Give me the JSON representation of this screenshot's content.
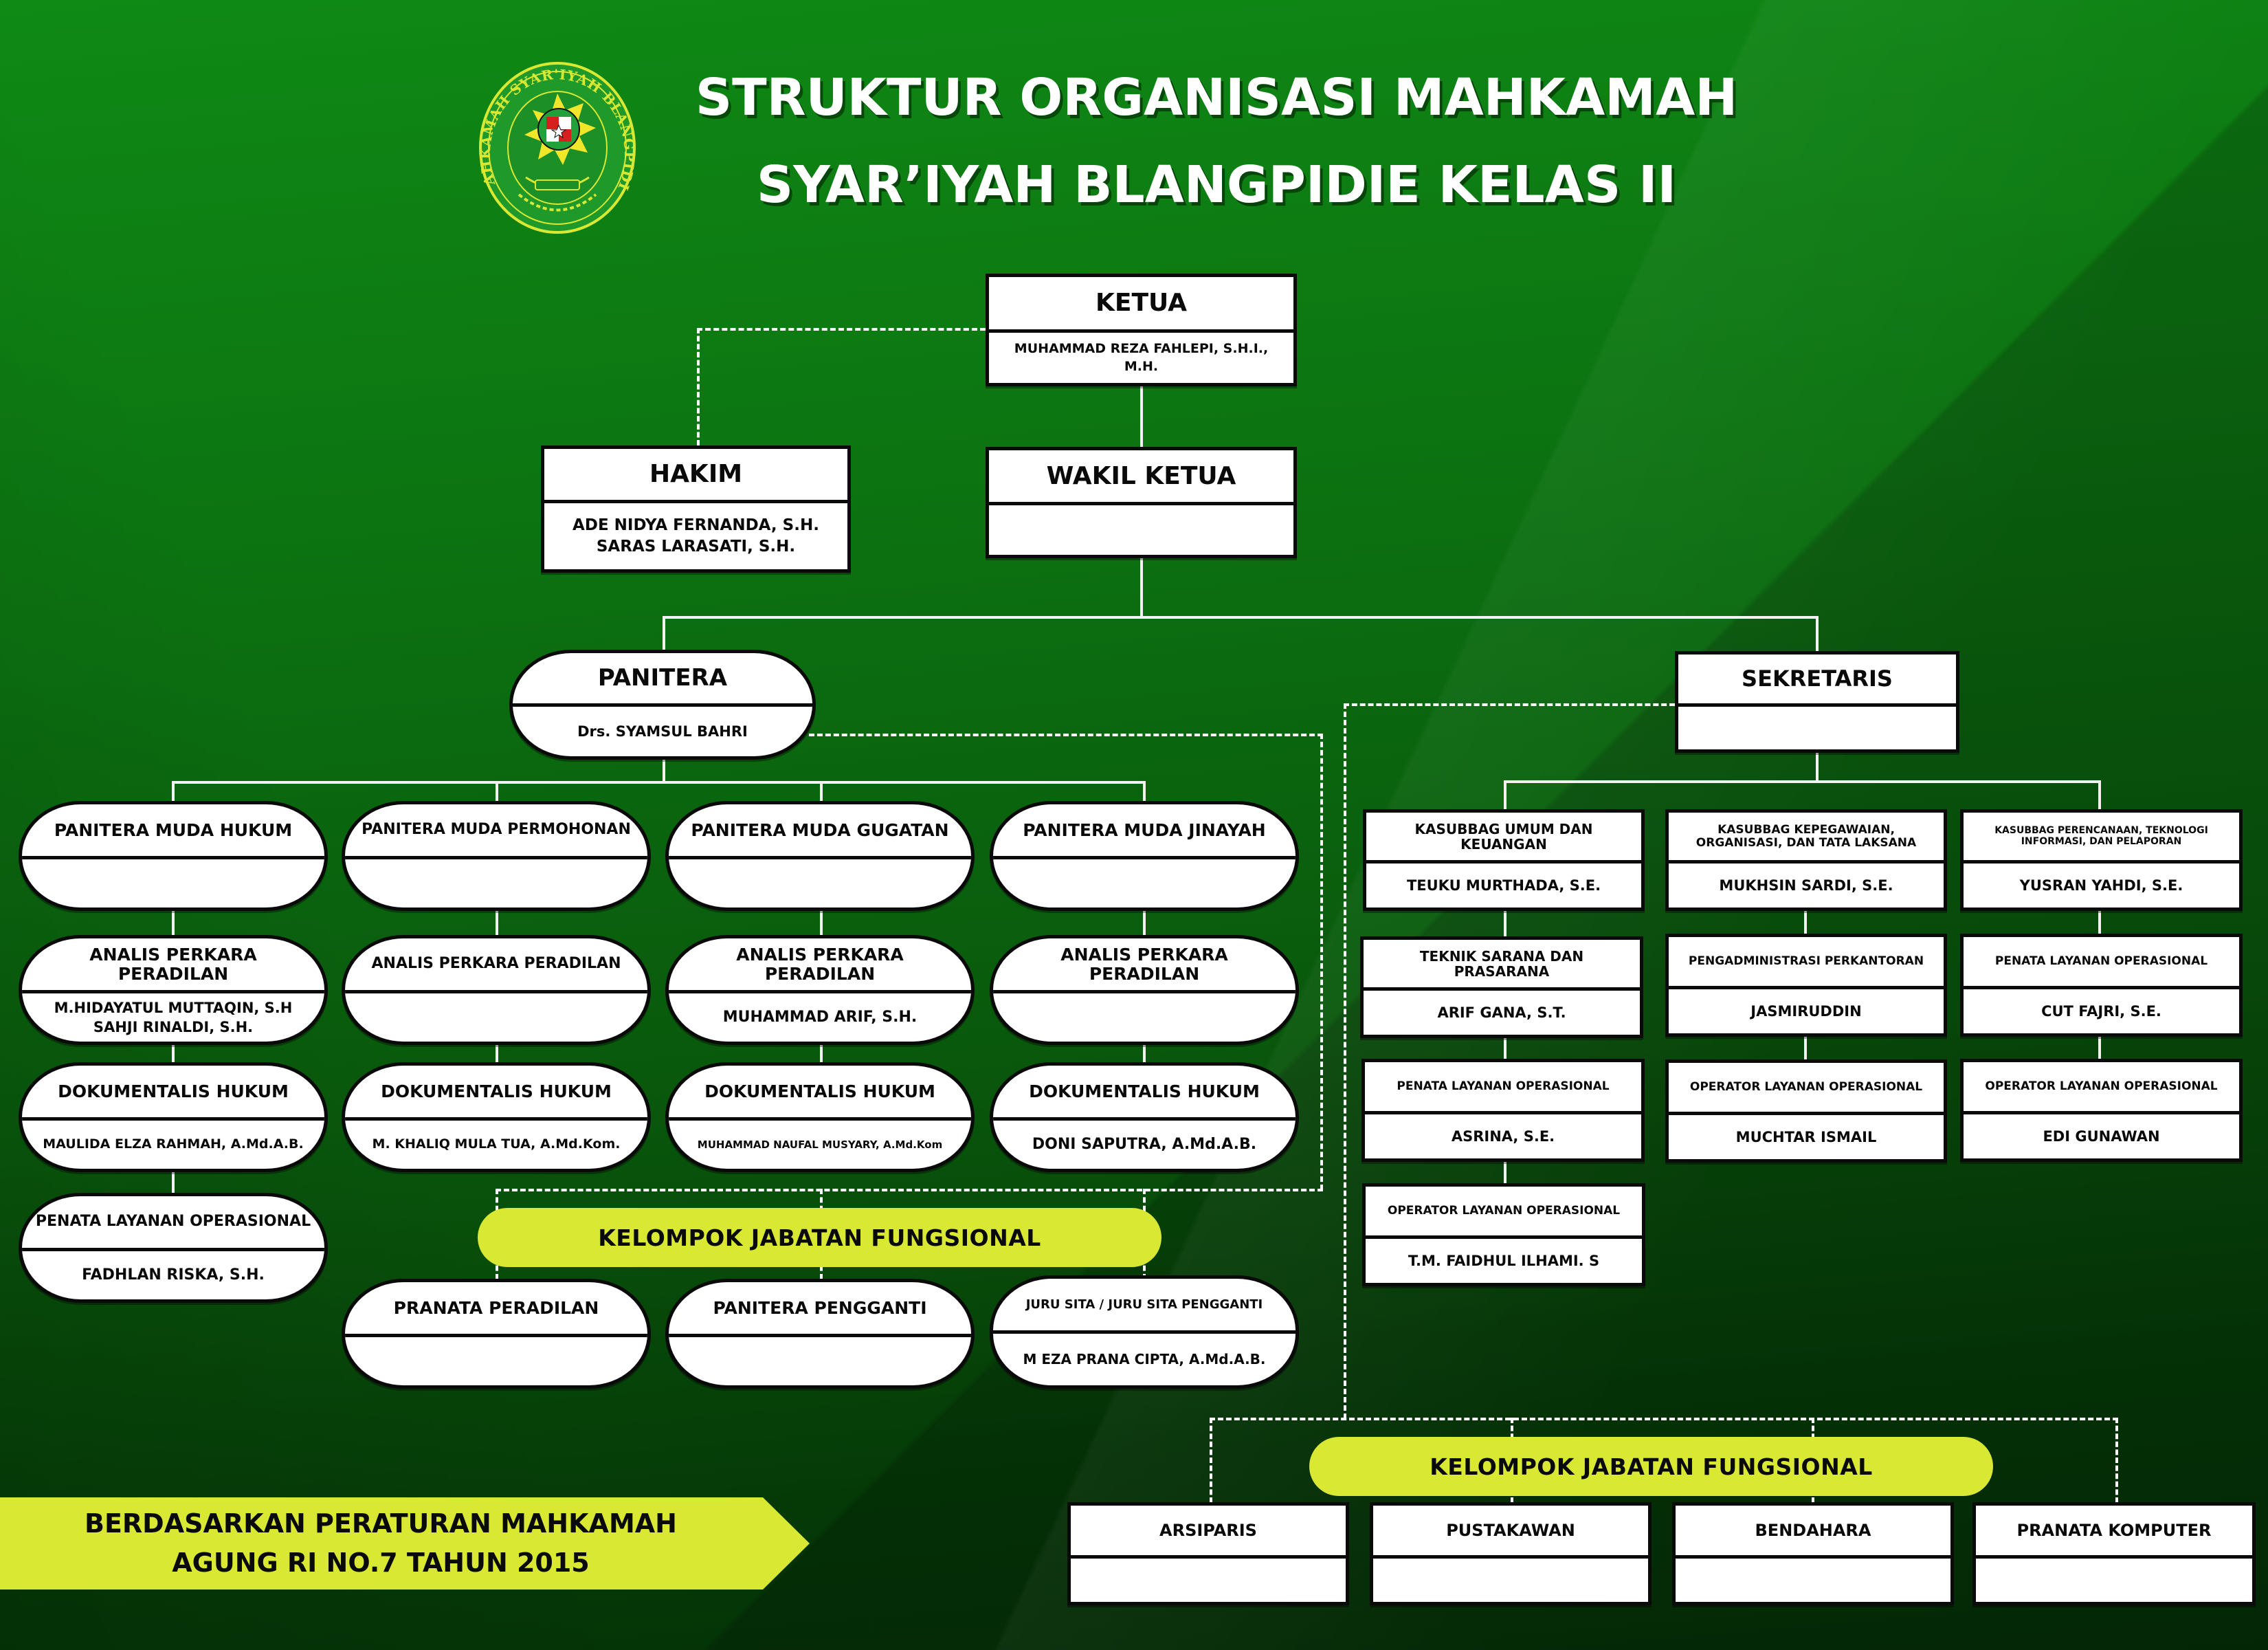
{
  "header": {
    "title_line1": "STRUKTUR ORGANISASI MAHKAMAH",
    "title_line2": "SYAR’IYAH BLANGPIDIE KELAS II",
    "logo": {
      "icon": "court-emblem-icon",
      "ring_text": "MAHKAMAH SYAR'IYAH BLANGPIDIE",
      "motto": "DHARMMAYUKTI"
    }
  },
  "leadership": {
    "ketua": {
      "title": "KETUA",
      "names": [
        "MUHAMMAD REZA FAHLEPI, S.H.I., M.H."
      ]
    },
    "hakim": {
      "title": "HAKIM",
      "names": [
        "ADE NIDYA FERNANDA, S.H.",
        "SARAS LARASATI, S.H."
      ]
    },
    "wakil_ketua": {
      "title": "WAKIL KETUA",
      "names": []
    }
  },
  "panitera": {
    "title": "PANITERA",
    "name": "Drs. SYAMSUL BAHRI",
    "columns": [
      {
        "head": "PANITERA MUDA HUKUM",
        "head_name": "",
        "units": [
          {
            "title": "ANALIS PERKARA PERADILAN",
            "names": [
              "M.HIDAYATUL MUTTAQIN, S.H",
              "SAHJI RINALDI, S.H."
            ]
          },
          {
            "title": "DOKUMENTALIS HUKUM",
            "names": [
              "MAULIDA ELZA RAHMAH, A.Md.A.B."
            ]
          },
          {
            "title": "PENATA LAYANAN OPERASIONAL",
            "names": [
              "FADHLAN RISKA, S.H."
            ]
          }
        ]
      },
      {
        "head": "PANITERA MUDA PERMOHONAN",
        "head_name": "",
        "units": [
          {
            "title": "ANALIS PERKARA PERADILAN",
            "names": []
          },
          {
            "title": "DOKUMENTALIS HUKUM",
            "names": [
              "M. KHALIQ MULA TUA, A.Md.Kom."
            ]
          }
        ]
      },
      {
        "head": "PANITERA MUDA GUGATAN",
        "head_name": "",
        "units": [
          {
            "title": "ANALIS PERKARA PERADILAN",
            "names": [
              "MUHAMMAD ARIF, S.H."
            ]
          },
          {
            "title": "DOKUMENTALIS HUKUM",
            "names": [
              "MUHAMMAD NAUFAL MUSYARY, A.Md.Kom"
            ]
          }
        ]
      },
      {
        "head": "PANITERA MUDA JINAYAH",
        "head_name": "",
        "units": [
          {
            "title": "ANALIS PERKARA PERADILAN",
            "names": []
          },
          {
            "title": "DOKUMENTALIS HUKUM",
            "names": [
              "DONI SAPUTRA, A.Md.A.B."
            ]
          }
        ]
      }
    ],
    "functional_group": {
      "label": "KELOMPOK JABATAN FUNGSIONAL",
      "roles": [
        {
          "title": "PRANATA PERADILAN",
          "names": []
        },
        {
          "title": "PANITERA PENGGANTI",
          "names": []
        },
        {
          "title": "JURU SITA / JURU SITA PENGGANTI",
          "names": [
            "M EZA PRANA CIPTA, A.Md.A.B."
          ]
        }
      ]
    }
  },
  "sekretaris": {
    "title": "SEKRETARIS",
    "name": "",
    "columns": [
      {
        "head": "KASUBBAG UMUM DAN KEUANGAN",
        "head_name": "TEUKU MURTHADA, S.E.",
        "units": [
          {
            "title": "TEKNIK SARANA DAN PRASARANA",
            "names": [
              "ARIF GANA, S.T."
            ]
          },
          {
            "title": "PENATA LAYANAN OPERASIONAL",
            "names": [
              "ASRINA, S.E."
            ]
          },
          {
            "title": "OPERATOR LAYANAN OPERASIONAL",
            "names": [
              "T.M. FAIDHUL ILHAMI. S"
            ]
          }
        ]
      },
      {
        "head": "KASUBBAG KEPEGAWAIAN, ORGANISASI, DAN TATA LAKSANA",
        "head_name": "MUKHSIN SARDI, S.E.",
        "units": [
          {
            "title": "PENGADMINISTRASI PERKANTORAN",
            "names": [
              "JASMIRUDDIN"
            ]
          },
          {
            "title": "OPERATOR LAYANAN OPERASIONAL",
            "names": [
              "MUCHTAR ISMAIL"
            ]
          }
        ]
      },
      {
        "head": "KASUBBAG PERENCANAAN, TEKNOLOGI INFORMASI, DAN PELAPORAN",
        "head_name": "YUSRAN YAHDI, S.E.",
        "units": [
          {
            "title": "PENATA LAYANAN OPERASIONAL",
            "names": [
              "CUT FAJRI, S.E."
            ]
          },
          {
            "title": "OPERATOR LAYANAN OPERASIONAL",
            "names": [
              "EDI GUNAWAN"
            ]
          }
        ]
      }
    ],
    "functional_group": {
      "label": "KELOMPOK JABATAN FUNGSIONAL",
      "roles": [
        {
          "title": "ARSIPARIS",
          "names": []
        },
        {
          "title": "PUSTAKAWAN",
          "names": []
        },
        {
          "title": "BENDAHARA",
          "names": []
        },
        {
          "title": "PRANATA KOMPUTER",
          "names": []
        }
      ]
    }
  },
  "footer": {
    "line1": "BERDASARKAN PERATURAN MAHKAMAH",
    "line2": "AGUNG RI NO.7 TAHUN 2015"
  },
  "colors": {
    "background_top": "#0f8a15",
    "background_bottom": "#042f06",
    "accent_lime": "#d8e833",
    "box_fill": "#ffffff",
    "box_border": "#0a0a0a",
    "connector": "#ffffff"
  }
}
